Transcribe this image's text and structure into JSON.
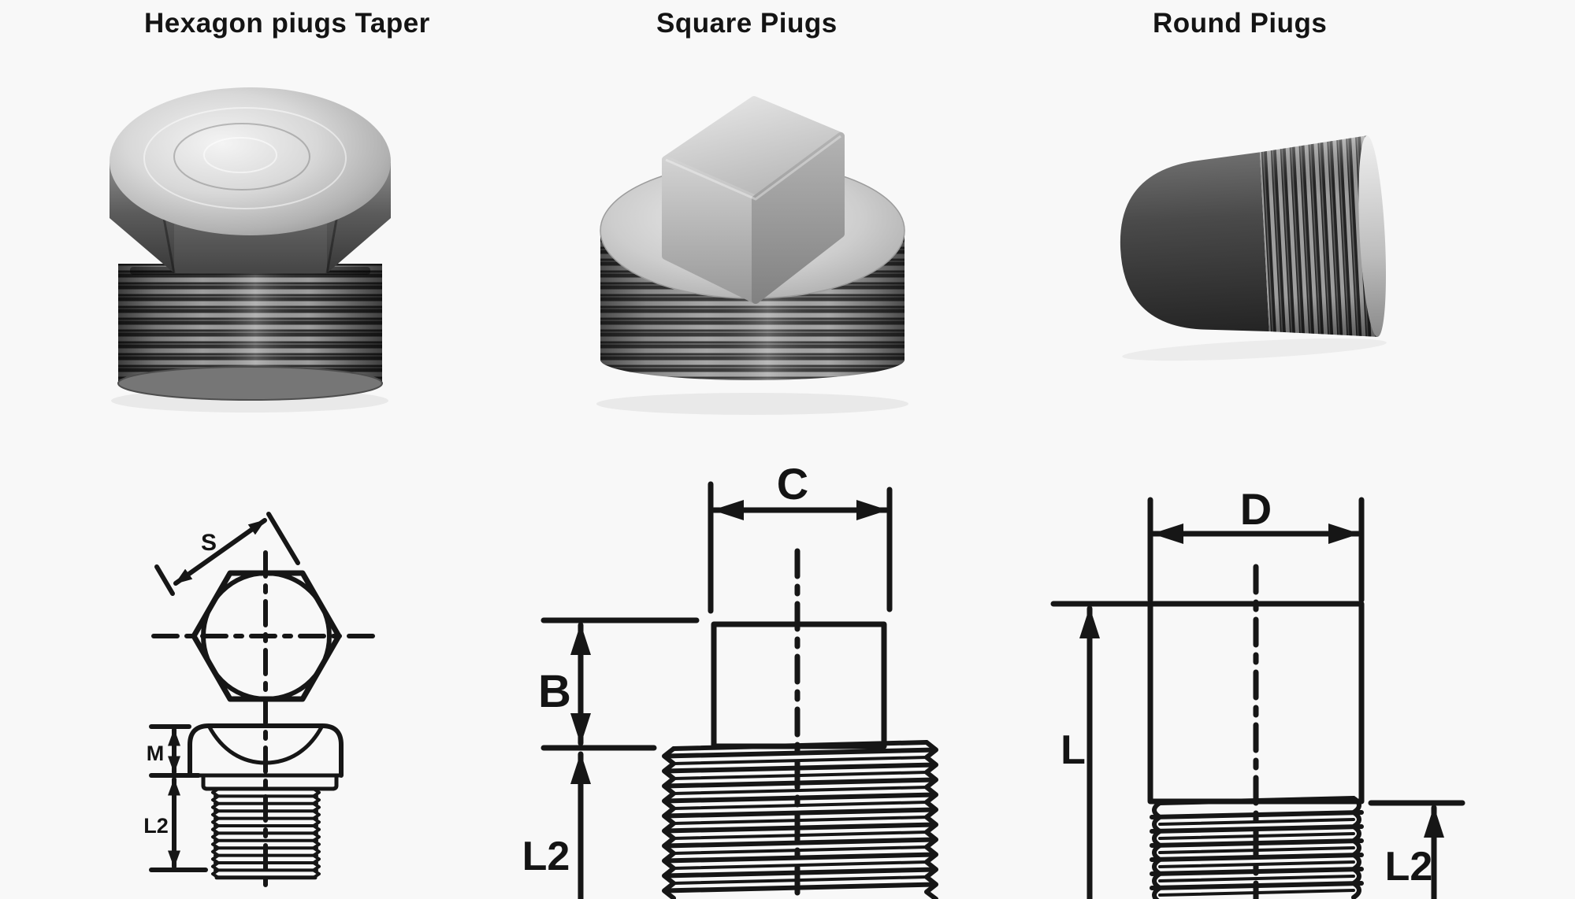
{
  "page": {
    "background_color": "#f8f8f8",
    "drawing_line_color": "#161616",
    "title_color": "#141414"
  },
  "sections": [
    {
      "title": "Hexagon piugs Taper",
      "photo": "hexagon-head-pipe-plug-photo",
      "labels": {
        "across_flats": "S",
        "head_height": "M",
        "thread_length": "L2"
      }
    },
    {
      "title": "Square Piugs",
      "photo": "square-head-pipe-plug-photo",
      "labels": {
        "head_width": "C",
        "head_height": "B",
        "thread_length": "L2"
      }
    },
    {
      "title": "Round Piugs",
      "photo": "round-pipe-plug-photo",
      "labels": {
        "outer_diameter": "D",
        "overall_length": "L",
        "thread_length": "L2"
      }
    }
  ]
}
